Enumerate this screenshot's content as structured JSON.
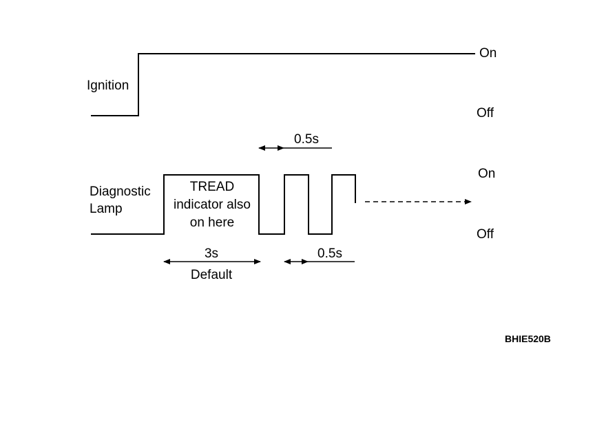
{
  "ignition": {
    "label": "Ignition",
    "on_label": "On",
    "off_label": "Off"
  },
  "lamp": {
    "label_line1": "Diagnostic",
    "label_line2": "Lamp",
    "on_label": "On",
    "off_label": "Off",
    "note_line1": "TREAD",
    "note_line2": "indicator also",
    "note_line3": "on here"
  },
  "timing": {
    "top_interval": "0.5s",
    "bottom_interval": "0.5s",
    "default_interval": "3s",
    "default_label": "Default"
  },
  "figure_code": "BHIE520B"
}
